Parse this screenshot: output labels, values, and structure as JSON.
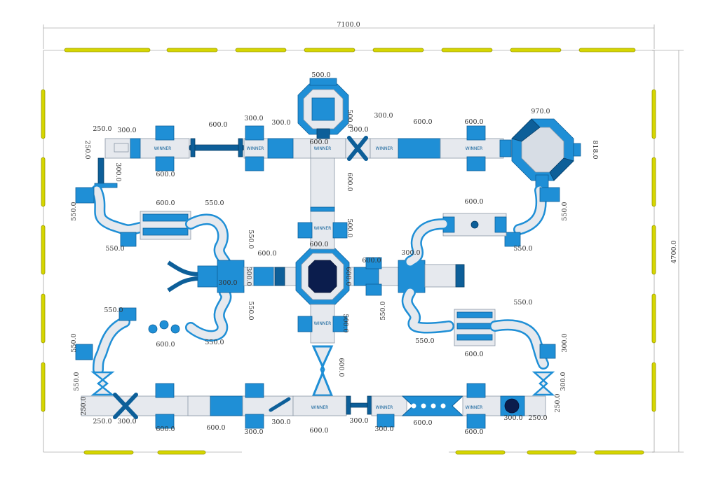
{
  "overall": {
    "width_label": "7100.0",
    "height_label": "4700.0"
  },
  "dims_top": [
    "250.0",
    "300.0",
    "600.0",
    "300.0",
    "300.0",
    "500.0",
    "300.0",
    "600.0",
    "600.0",
    "970.0"
  ],
  "dims_top_item_labels": {
    "d1": "250.0",
    "d2": "300.0",
    "d3": "600.0",
    "d4": "300.0",
    "d5": "300.0",
    "d6": "500.0",
    "d7": "500.0",
    "d8": "300.0",
    "d9": "600.0",
    "d10": "600.0",
    "d11": "970.0",
    "d12": "818.0",
    "d13": "250.0",
    "d14": "600.0",
    "d15": "600.0",
    "d16": "300.0",
    "d17": "600.0",
    "d18": "300.0"
  },
  "dims_left": {
    "l1": "550.0",
    "l2": "550.0",
    "l3": "600.0",
    "l4": "550.0",
    "l5": "550.0",
    "l6": "600.0",
    "l7": "550.0",
    "l8": "550.0",
    "l9": "550.0",
    "l10": "600.0",
    "l11": "550.0",
    "l12": "550.0"
  },
  "dims_center": {
    "c1": "600.0",
    "c2": "600.0",
    "c3": "300.0",
    "c4": "300.0",
    "c5": "600.0",
    "c6": "300.0",
    "c7": "600.0",
    "c8": "500.0",
    "c9": "500.0",
    "c10": "600.0",
    "c11": "600.0"
  },
  "dims_right": {
    "r1": "600.0",
    "r2": "550.0",
    "r3": "550.0",
    "r4": "550.0",
    "r5": "550.0",
    "r6": "600.0",
    "r7": "550.0",
    "r8": "300.0",
    "r9": "300.0",
    "r10": "250.0"
  },
  "dims_bottom": {
    "b1": "300.0",
    "b2": "250.0",
    "b3": "250.0",
    "b4": "300.0",
    "b5": "600.0",
    "b6": "600.0",
    "b7": "300.0",
    "b8": "600.0",
    "b9": "300.0",
    "b10": "300.0",
    "b11": "600.0",
    "b12": "600.0",
    "b13": "300.0",
    "b14": "250.0"
  },
  "brand_mark": "WINNER",
  "colors": {
    "blue": "#1f8fd6",
    "dark_blue": "#0d5f99",
    "grey": "#e6e9ee",
    "navy": "#0b1d4d",
    "buoy_yellow": "#d6d600"
  }
}
